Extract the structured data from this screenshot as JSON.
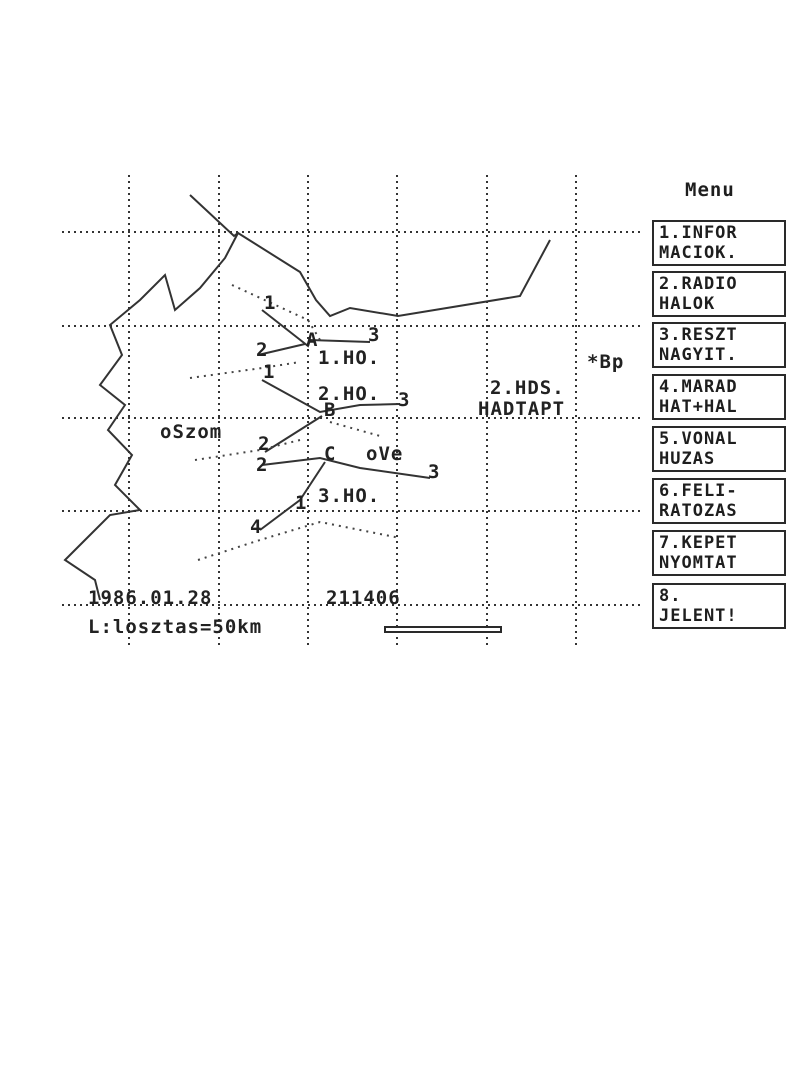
{
  "menu": {
    "title": "Menu",
    "items": [
      {
        "line1": "1.INFOR",
        "line2": "MACIOK."
      },
      {
        "line1": "2.RADIO",
        "line2": "HALOK"
      },
      {
        "line1": "3.RESZT",
        "line2": "NAGYIT."
      },
      {
        "line1": "4.MARAD",
        "line2": "HAT+HAL"
      },
      {
        "line1": "5.VONAL",
        "line2": "HUZAS"
      },
      {
        "line1": "6.FELI-",
        "line2": "RATOZAS"
      },
      {
        "line1": "7.KEPET",
        "line2": "NYOMTAT"
      },
      {
        "line1": "8.",
        "line2": "JELENT!"
      }
    ]
  },
  "map": {
    "labels": {
      "bp": "*Bp",
      "hds_line1": "2.HDS.",
      "hds_line2": "HADTAPT",
      "szom": "oSzom",
      "ve": "oVe",
      "ho1": "1.HO.",
      "ho2": "2.HO.",
      "ho3": "3.HO.",
      "node_a": "A",
      "node_b": "B",
      "node_c": "C",
      "n1_top": "1",
      "n2_a": "2",
      "n3_a": "3",
      "n1_b": "1",
      "n3_b": "3",
      "n2_c_top": "2",
      "n2_c": "2",
      "n3_c": "3",
      "n1_c": "1",
      "n4_c": "4"
    }
  },
  "status": {
    "date": "1986.01.28",
    "time": "211406",
    "scale_text": "L:losztas=50km"
  }
}
